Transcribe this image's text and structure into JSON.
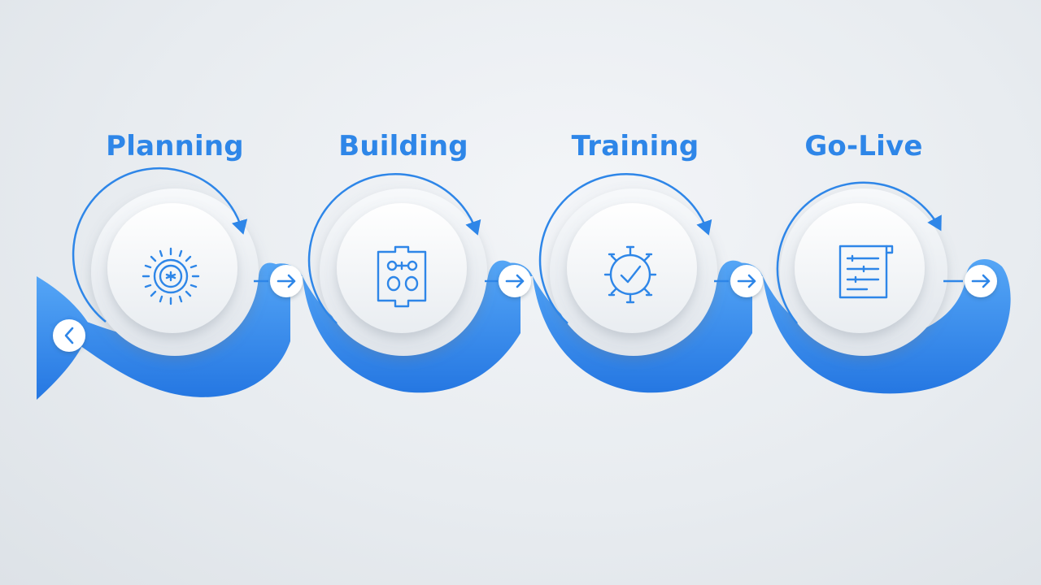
{
  "colors": {
    "accent": "#2e86e8",
    "accent_light": "#4da0f5",
    "background": "#eceff2",
    "node_fill": "#ffffff"
  },
  "steps": [
    {
      "label": "Planning",
      "icon": "sun-gear-icon"
    },
    {
      "label": "Building",
      "icon": "blueprint-board-icon"
    },
    {
      "label": "Training",
      "icon": "check-badge-icon"
    },
    {
      "label": "Go-Live",
      "icon": "document-list-icon"
    }
  ],
  "controls": {
    "prev_icon": "chevron-left-icon",
    "next_icon": "arrow-right-icon"
  }
}
